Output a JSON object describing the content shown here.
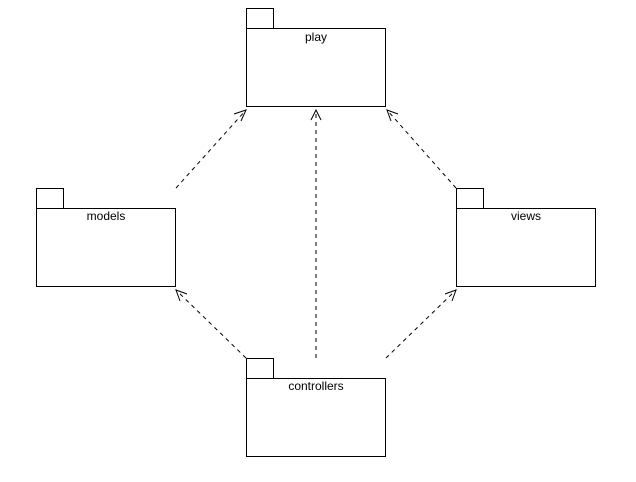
{
  "diagram": {
    "packages": [
      {
        "id": "play",
        "label": "play"
      },
      {
        "id": "models",
        "label": "models"
      },
      {
        "id": "views",
        "label": "views"
      },
      {
        "id": "controllers",
        "label": "controllers"
      }
    ],
    "dependencies": [
      {
        "from": "models",
        "to": "play"
      },
      {
        "from": "controllers",
        "to": "play"
      },
      {
        "from": "views",
        "to": "play"
      },
      {
        "from": "controllers",
        "to": "models"
      },
      {
        "from": "controllers",
        "to": "views"
      }
    ],
    "colors": {
      "stroke": "#000000",
      "fill": "#ffffff"
    }
  }
}
